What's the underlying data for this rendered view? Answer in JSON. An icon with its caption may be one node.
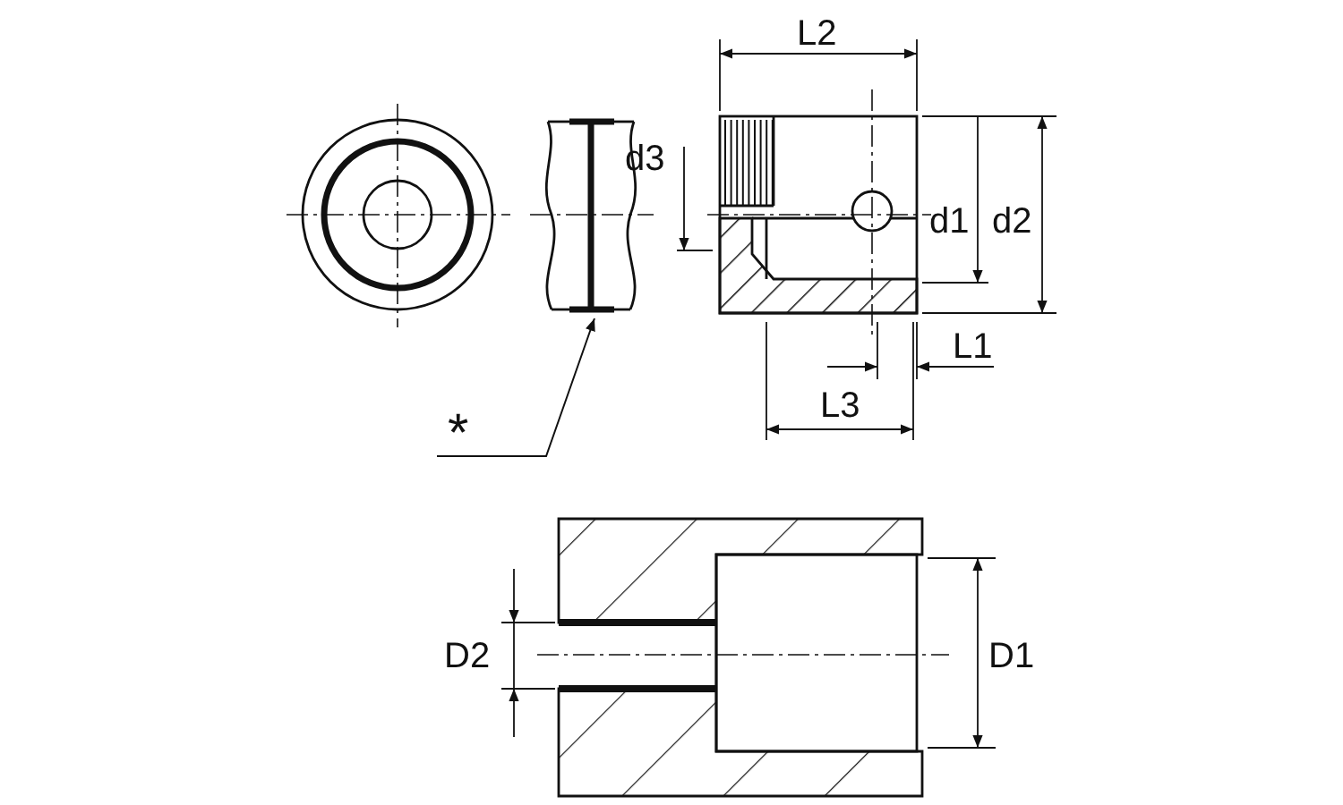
{
  "diagram": {
    "nodes": [
      {
        "text": [
          "*"
        ]
      },
      {
        "text": [],
        "shape": "bar"
      }
    ],
    "edges": [
      {
        "from": 0,
        "to": 1,
        "arrow": "to"
      }
    ],
    "labels": [
      "L2",
      "d3",
      "d1",
      "d2",
      "L1",
      "L3",
      "D2",
      "D1"
    ]
  }
}
